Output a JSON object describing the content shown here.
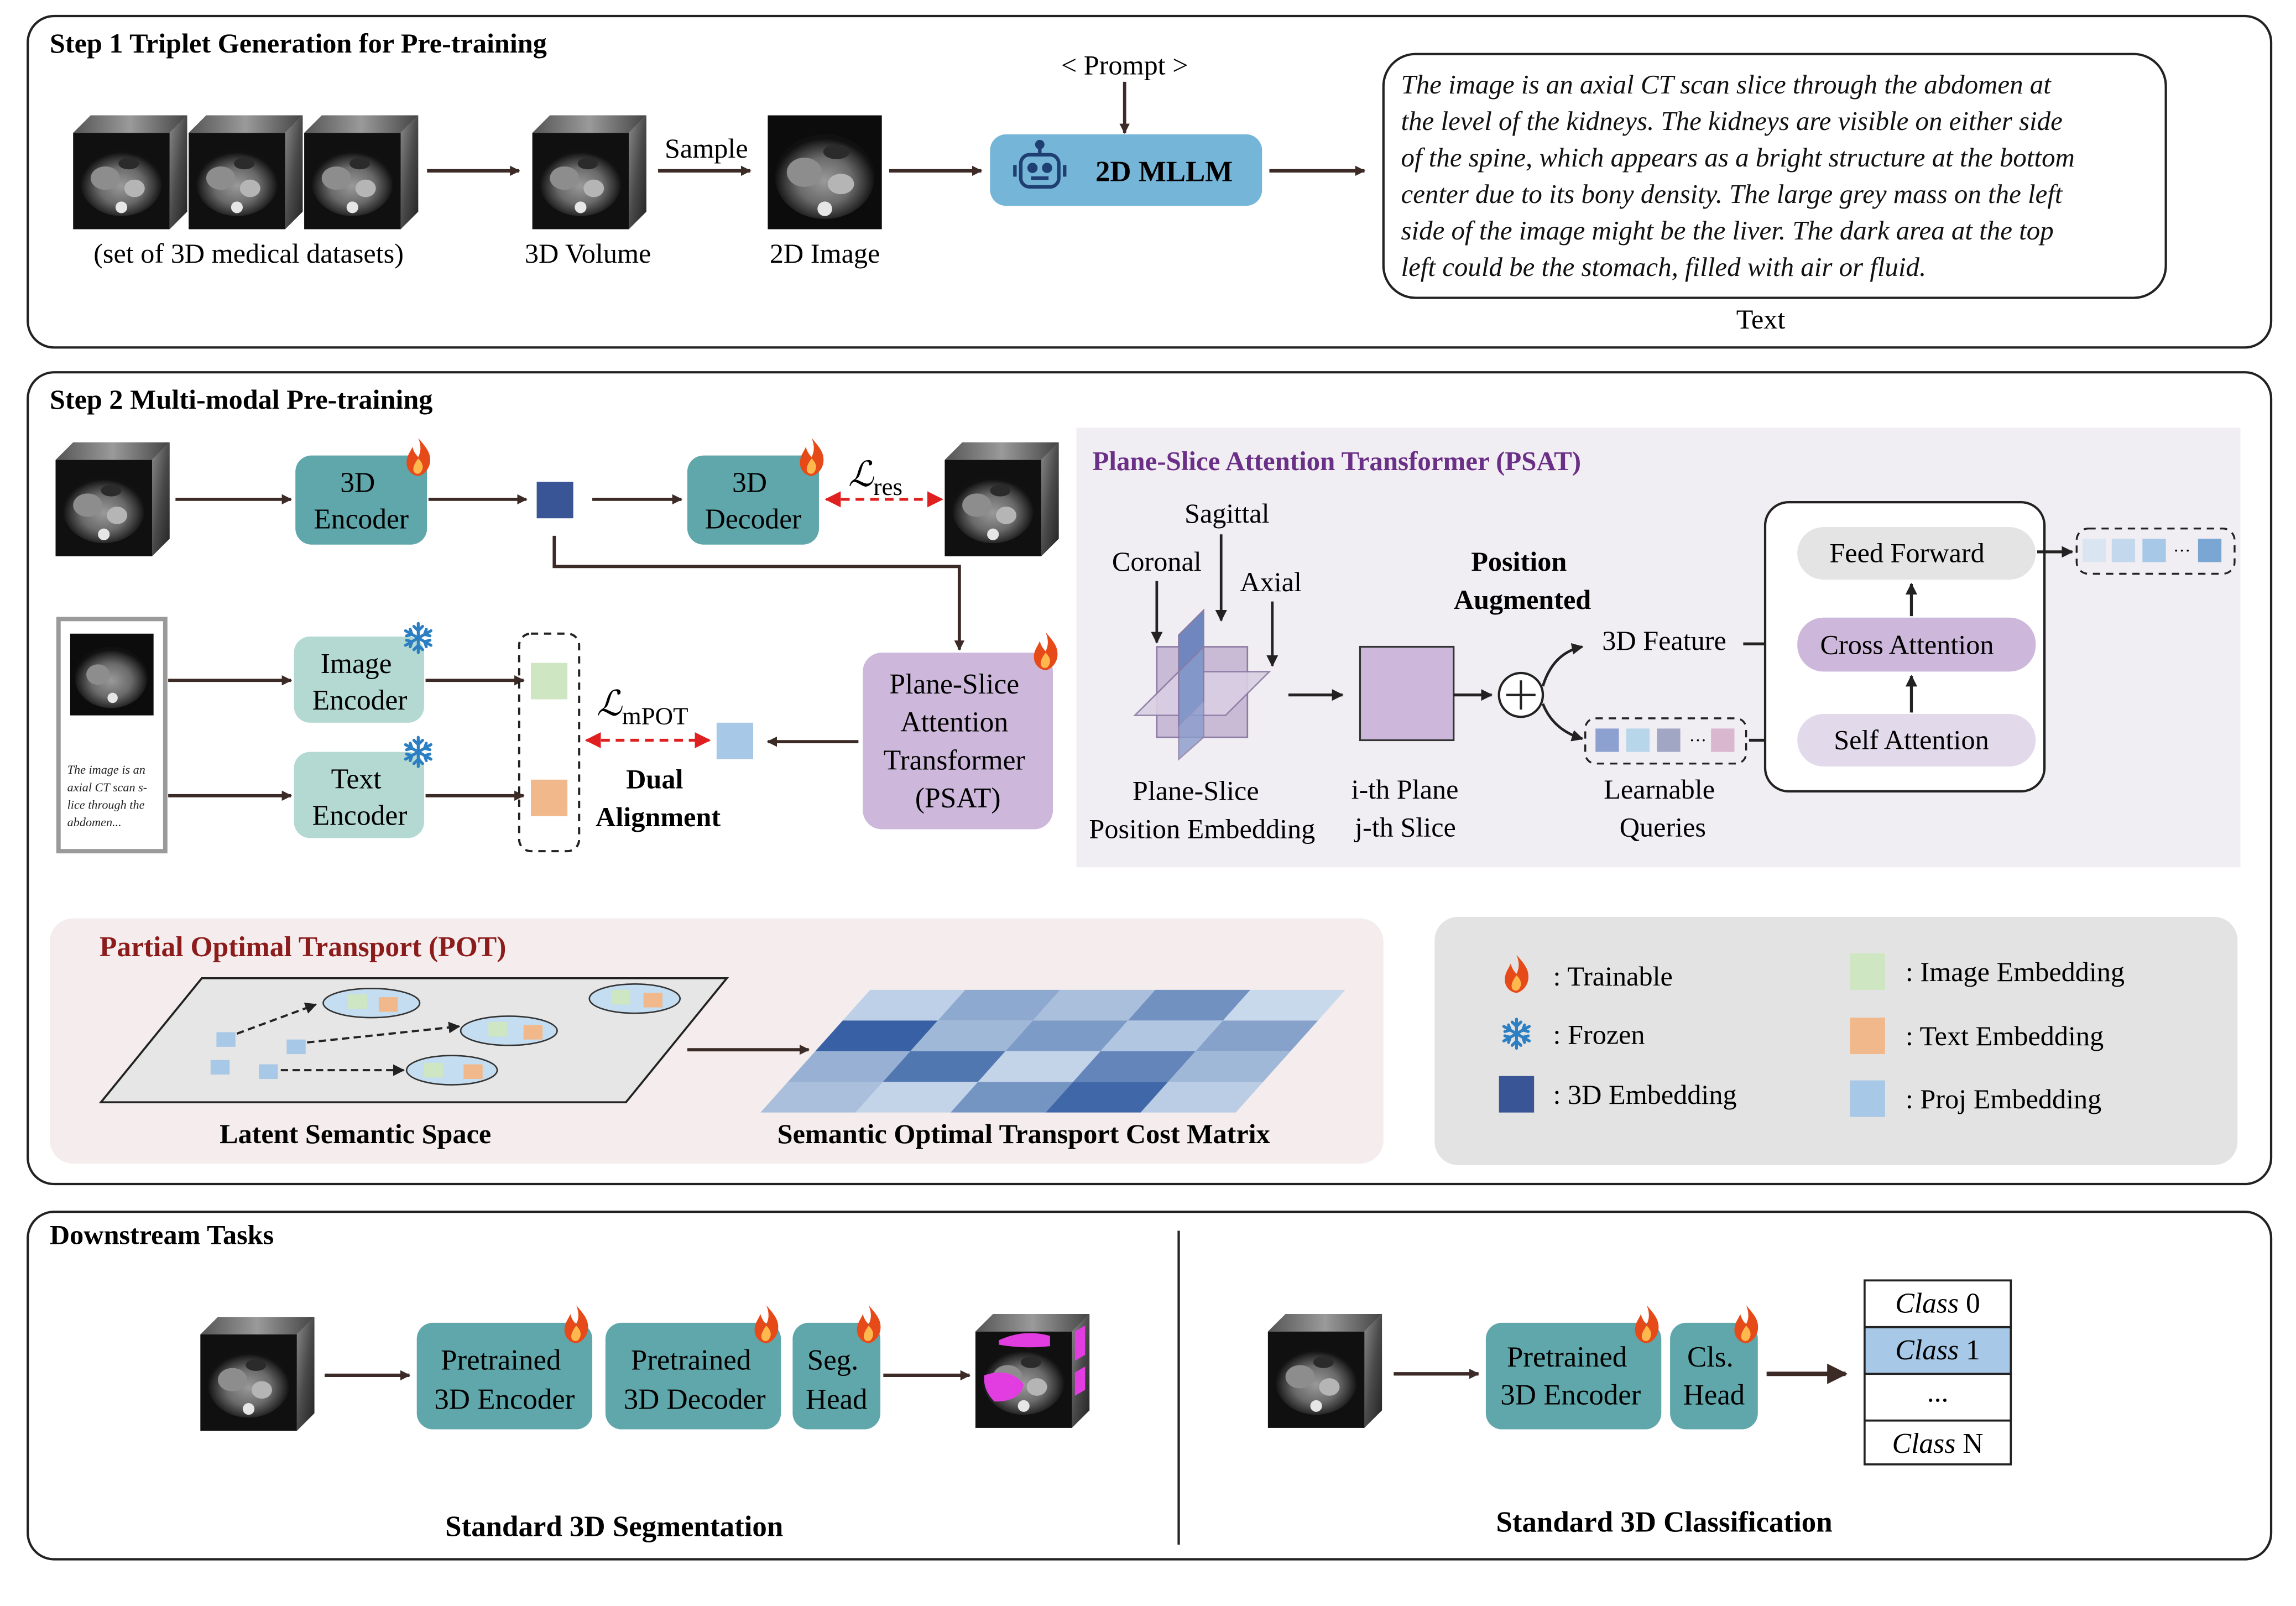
{
  "colors": {
    "teal_dark": "#5fa7ab",
    "teal_light": "#b3d9d2",
    "mllm_blue": "#74b5d8",
    "psat_purple": "#cdb7da",
    "embed_3d": "#3a5595",
    "embed_image": "#cfe6c2",
    "embed_text": "#f1b98b",
    "embed_proj": "#a7c8e6",
    "psat_title": "#6a2f86",
    "pot_title": "#8c1c1c",
    "dashed_red": "#e02020",
    "magenta_mask": "#e23de0"
  },
  "step1": {
    "title": "Step 1 Triplet Generation for Pre-training",
    "datasets_caption": "(set of 3D medical datasets)",
    "volume_caption": "3D Volume",
    "sample_label": "Sample",
    "image_caption": "2D Image",
    "prompt_label": "< Prompt >",
    "mllm_label": "2D MLLM",
    "mllm_icon": "robot-icon",
    "text_lines": [
      "The image is an axial CT scan slice through the abdomen at",
      "the level of the kidneys. The kidneys are visible on either side",
      "of the spine, which appears as a bright structure at the bottom",
      "center due to its bony density. The large grey mass on the left",
      "side of the image might be the liver. The dark area at the top",
      "left could be the stomach, filled with air or fluid."
    ],
    "text_caption": "Text"
  },
  "step2": {
    "title": "Step 2 Multi-modal Pre-training",
    "encoder_3d": [
      "3D",
      "Encoder"
    ],
    "decoder_3d": [
      "3D",
      "Decoder"
    ],
    "loss_res_symbol": "ℒ",
    "loss_res_sub": "res",
    "image_encoder": [
      "Image",
      "Encoder"
    ],
    "text_encoder": [
      "Text",
      "Encoder"
    ],
    "doc_lines": [
      "The image is an",
      "axial CT scan s-",
      "lice through the",
      "abdomen..."
    ],
    "loss_mpot_symbol": "ℒ",
    "loss_mpot_sub": "mPOT",
    "dual_alignment": [
      "Dual",
      "Alignment"
    ],
    "psat_box": [
      "Plane-Slice",
      "Attention",
      "Transformer",
      "(PSAT)"
    ]
  },
  "psat": {
    "title": "Plane-Slice Attention Transformer (PSAT)",
    "sagittal": "Sagittal",
    "coronal": "Coronal",
    "axial": "Axial",
    "embedding_caption": [
      "Plane-Slice",
      "Position Embedding"
    ],
    "position_augmented": [
      "Position",
      "Augmented"
    ],
    "plane_caption": [
      "i-th Plane",
      "j-th Slice"
    ],
    "feature_3d": "3D Feature",
    "learnable_queries": [
      "Learnable",
      "Queries"
    ],
    "feed_forward": "Feed Forward",
    "cross_attention": "Cross Attention",
    "self_attention": "Self Attention",
    "ellipsis": "···"
  },
  "pot": {
    "title": "Partial Optimal Transport (POT)",
    "latent_caption": "Latent Semantic Space",
    "matrix_caption": "Semantic Optimal Transport Cost Matrix",
    "matrix_levels": [
      [
        0.18,
        0.45,
        0.3,
        0.62,
        0.12
      ],
      [
        0.95,
        0.35,
        0.55,
        0.25,
        0.5
      ],
      [
        0.4,
        0.8,
        0.15,
        0.7,
        0.35
      ],
      [
        0.3,
        0.15,
        0.6,
        0.9,
        0.2
      ]
    ]
  },
  "legend": {
    "trainable": ": Trainable",
    "frozen": ": Frozen",
    "embedding_3d": ": 3D Embedding",
    "image_embedding": ": Image Embedding",
    "text_embedding": ": Text Embedding",
    "proj_embedding": ": Proj Embedding"
  },
  "downstream": {
    "title": "Downstream Tasks",
    "pretrained_encoder": [
      "Pretrained",
      "3D Encoder"
    ],
    "pretrained_decoder": [
      "Pretrained",
      "3D Decoder"
    ],
    "seg_head": [
      "Seg.",
      "Head"
    ],
    "seg_caption": "Standard 3D Segmentation",
    "cls_encoder": [
      "Pretrained",
      "3D Encoder"
    ],
    "cls_head": [
      "Cls.",
      "Head"
    ],
    "class_list": [
      {
        "italic": "Class",
        "rest": " 0"
      },
      {
        "italic": "Class",
        "rest": " 1"
      },
      {
        "italic": "",
        "rest": "..."
      },
      {
        "italic": "Class",
        "rest": " N"
      }
    ],
    "cls_caption": "Standard 3D Classification"
  }
}
